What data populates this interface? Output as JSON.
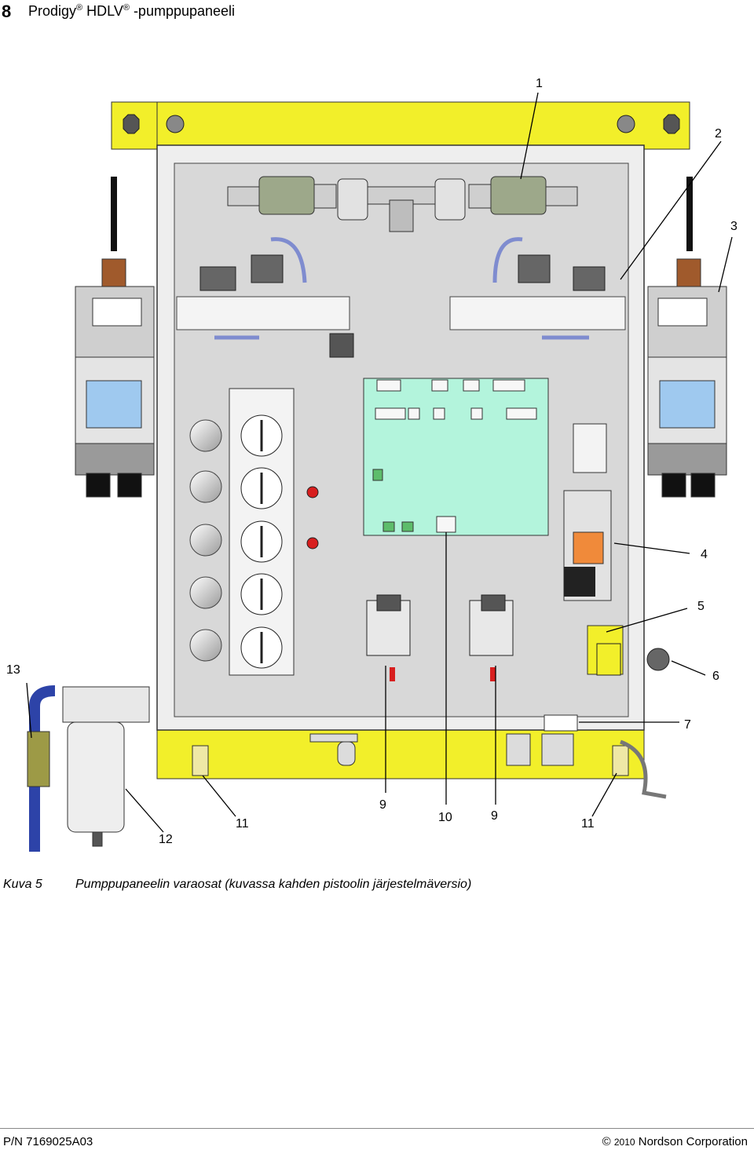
{
  "header": {
    "page_number": "8",
    "title_part1": "Prodigy",
    "reg1": "®",
    "title_part2": " HDLV",
    "reg2": "®",
    "title_part3": " -pumppupaneeli"
  },
  "figure": {
    "callouts": {
      "c1": "1",
      "c2": "2",
      "c3": "3",
      "c4": "4",
      "c5": "5",
      "c6": "6",
      "c7": "7",
      "c9a": "9",
      "c9b": "9",
      "c10": "10",
      "c11a": "11",
      "c11b": "11",
      "c12": "12",
      "c13": "13"
    },
    "colors": {
      "frame": "#f2ef2a",
      "panel": "#d7d7d7",
      "board": "#b3f4dc",
      "regulator_body": "#9da88a",
      "hose_blue": "#7f8ccf",
      "red_knob": "#d81e1e",
      "orange_terminal": "#f08a3a"
    }
  },
  "caption": {
    "number": "Kuva 5",
    "text": "Pumppupaneelin varaosat (kuvassa kahden pistoolin järjestelmäversio)"
  },
  "footer": {
    "part_number": "P/N 7169025A03",
    "copyright_symbol": "©",
    "year": "2010",
    "company": " Nordson Corporation"
  }
}
